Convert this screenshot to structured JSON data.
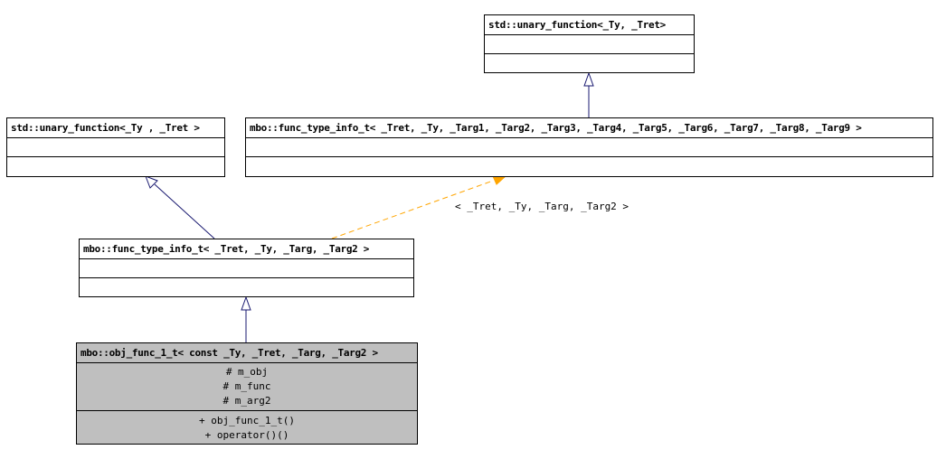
{
  "diagram": {
    "nodes": {
      "unary_top": {
        "title": "std::unary_function<_Ty, _Tret>"
      },
      "unary_left": {
        "title": "std::unary_function<_Ty , _Tret >"
      },
      "func_type_info_full": {
        "title": "mbo::func_type_info_t< _Tret, _Ty, _Targ1, _Targ2, _Targ3, _Targ4, _Targ5, _Targ6, _Targ7, _Targ8, _Targ9 >"
      },
      "func_type_info_4": {
        "title": "mbo::func_type_info_t< _Tret, _Ty, _Targ, _Targ2 >"
      },
      "obj_func_1": {
        "title": "mbo::obj_func_1_t< const _Ty, _Tret, _Targ, _Targ2 >",
        "attributes": [
          "# m_obj",
          "# m_func",
          "# m_arg2"
        ],
        "operations": [
          "+ obj_func_1_t()",
          "+ operator()()"
        ]
      }
    },
    "edge_labels": {
      "template_binding": "< _Tret, _Ty, _Targ, _Targ2 >"
    },
    "colors": {
      "inheritance": "#191970",
      "template_instance": "#ffa500",
      "highlight_fill": "#bfbfbf"
    }
  }
}
